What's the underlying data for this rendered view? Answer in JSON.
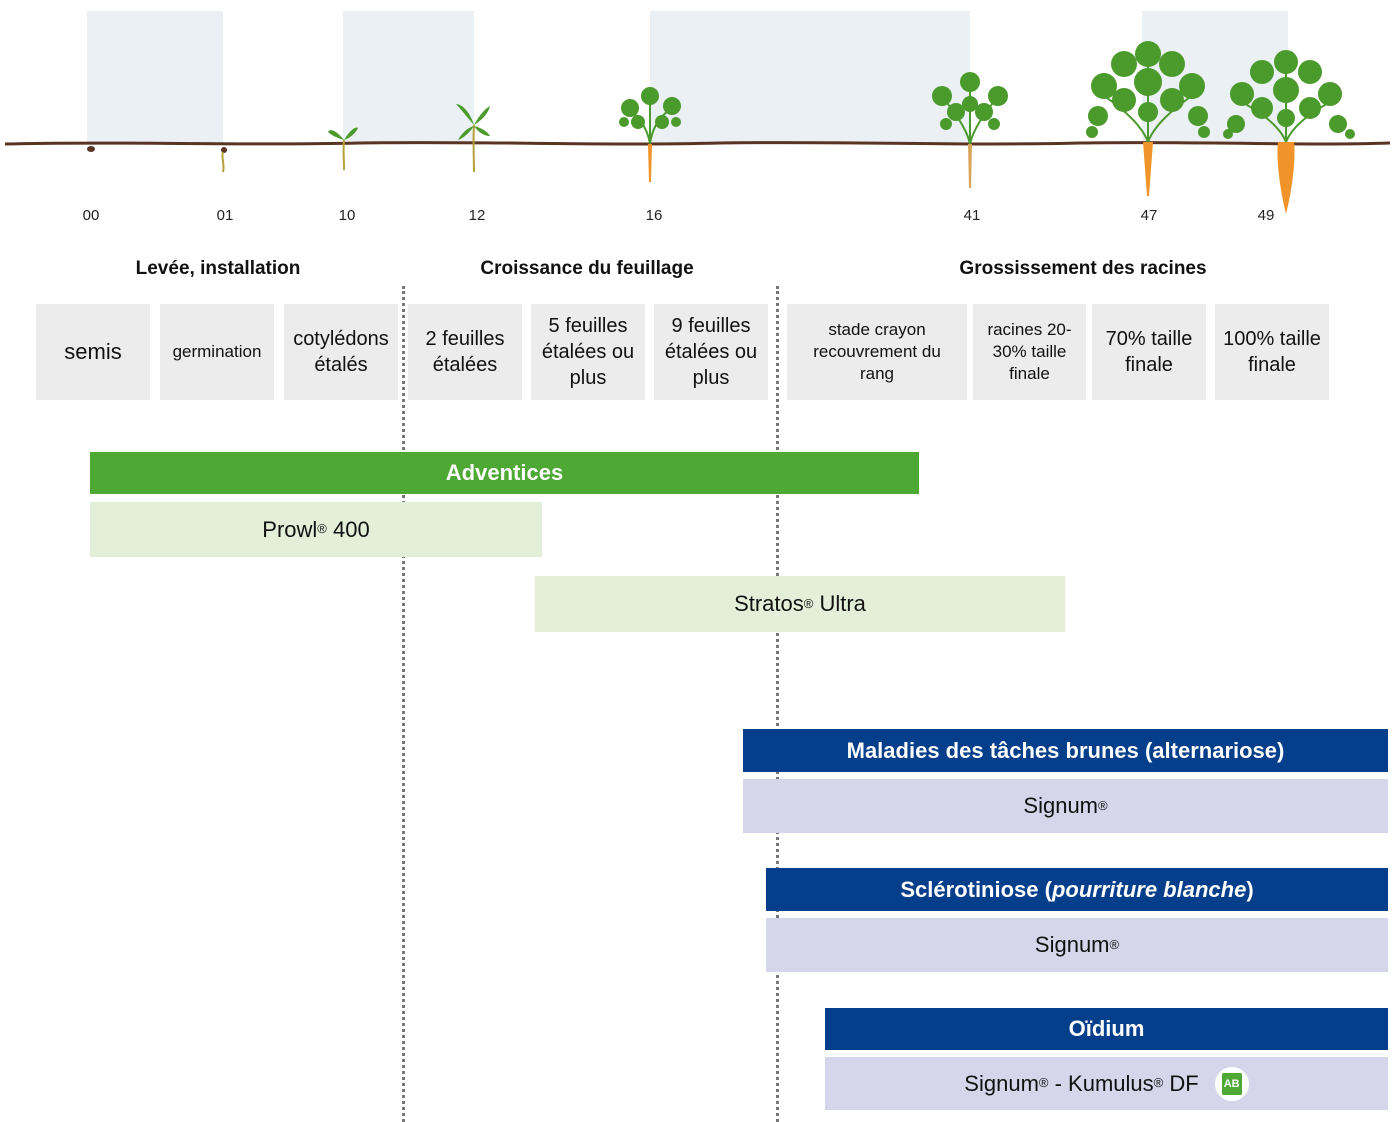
{
  "stages": [
    "00",
    "01",
    "10",
    "12",
    "16",
    "41",
    "47",
    "49"
  ],
  "phases": [
    "Levée, installation",
    "Croissance du feuillage",
    "Grossissement des racines"
  ],
  "descriptions": [
    "semis",
    "germination",
    "cotylédons étalés",
    "2 feuilles étalées",
    "5 feuilles étalées ou plus",
    "9 feuilles étalées ou plus",
    "stade crayon recouvrement du rang",
    "racines 20-30% taille finale",
    "70% taille finale",
    "100% taille finale"
  ],
  "adventices": {
    "title": "Adventices",
    "products": [
      {
        "name": "Prowl",
        "mark": "®",
        "suffix": " 400"
      },
      {
        "name": "Stratos",
        "mark": "®",
        "suffix": " Ultra"
      }
    ]
  },
  "alternariose": {
    "title": "Maladies des tâches brunes (alternariose)",
    "product": {
      "name": "Signum",
      "mark": "®"
    }
  },
  "sclerotiniose": {
    "title_main": "Sclérotiniose (",
    "title_italic": "pourriture blanche",
    "title_end": ")",
    "product": {
      "name": "Signum",
      "mark": "®"
    }
  },
  "oidium": {
    "title": "Oïdium",
    "product": {
      "name1": "Signum",
      "mark1": "®",
      "sep": " - Kumulus",
      "mark2": "®",
      "suffix": " DF"
    },
    "bio_icon": "ab-organic-icon"
  },
  "colors": {
    "green": "#4ea934",
    "light_green": "#e3efd9",
    "blue": "#053e8b",
    "light_blue": "#d6d6ea",
    "soil": "#5a3423",
    "carrot": "#f0942a",
    "leaf": "#4a9a2c"
  }
}
